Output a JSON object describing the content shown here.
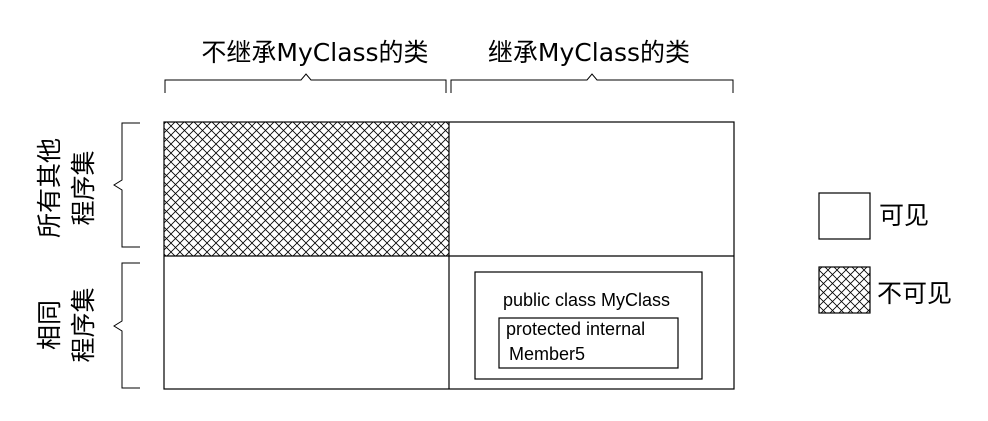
{
  "columns": {
    "non_inheriting": "不继承MyClass的类",
    "inheriting": "继承MyClass的类"
  },
  "rows": {
    "other_assemblies": [
      "所有其他",
      "程序集"
    ],
    "same_assembly": [
      "相同",
      "程序集"
    ]
  },
  "cell_code": {
    "class_decl": "public class MyClass",
    "member_line1": "protected internal",
    "member_line2": "Member5"
  },
  "legend": {
    "visible": "可见",
    "invisible": "不可见"
  }
}
